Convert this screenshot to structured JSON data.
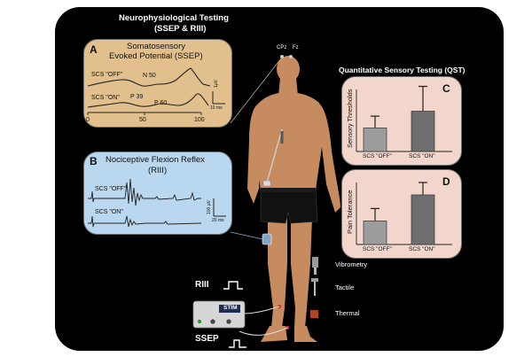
{
  "title": {
    "line1": "Neurophysiological Testing",
    "line2": "(SSEP & RIII)"
  },
  "electrodes": {
    "cpz": "CPz",
    "fz": "Fz"
  },
  "panel_a": {
    "letter": "A",
    "title_line1": "Somatosensory",
    "title_line2": "Evoked Potential (SSEP)",
    "trace_off": "SCS \"OFF\"",
    "trace_on": "SCS \"ON\"",
    "peak_n50": "N 50",
    "peak_p39": "P 39",
    "peak_p60": "P 60",
    "scale_v": "1µV",
    "scale_t": "10 ms",
    "x_ticks": [
      "0",
      "50",
      "100"
    ]
  },
  "panel_b": {
    "letter": "B",
    "title_line1": "Nociceptive Flexion Reflex",
    "title_line2": "(RIII)",
    "trace_off": "SCS \"OFF\"",
    "trace_on": "SCS \"ON\"",
    "scale_v": "100 µV",
    "scale_t": "20 ms"
  },
  "qst": {
    "title": "Quantitative Sensory Testing (QST)",
    "charts": [
      {
        "letter": "C",
        "ylabel": "Sensory Thresholds",
        "type": "bar",
        "categories": [
          "SCS \"OFF\"",
          "SCS \"ON\""
        ],
        "values": [
          0.38,
          0.65
        ],
        "errors": [
          0.19,
          0.4
        ],
        "colors": [
          "#9c9c9c",
          "#6e6e6e"
        ]
      },
      {
        "letter": "D",
        "ylabel": "Pain Tolerance",
        "type": "bar",
        "categories": [
          "SCS \"OFF\"",
          "SCS \"ON\""
        ],
        "values": [
          0.38,
          0.8
        ],
        "errors": [
          0.2,
          0.2
        ],
        "colors": [
          "#9c9c9c",
          "#6e6e6e"
        ]
      }
    ]
  },
  "stimuli": {
    "vibrometry": "Vibrometry",
    "tactile": "Tactile",
    "thermal": "Thermal"
  },
  "stimulator": {
    "label": "STIM",
    "riii": "RIII",
    "ssep": "SSEP"
  },
  "colors": {
    "panel_a": "#e2c08d",
    "panel_b": "#b9d7ee",
    "panel_qst": "#f2d6cb",
    "skin": "#c68b5e",
    "shorts": "#111111"
  }
}
